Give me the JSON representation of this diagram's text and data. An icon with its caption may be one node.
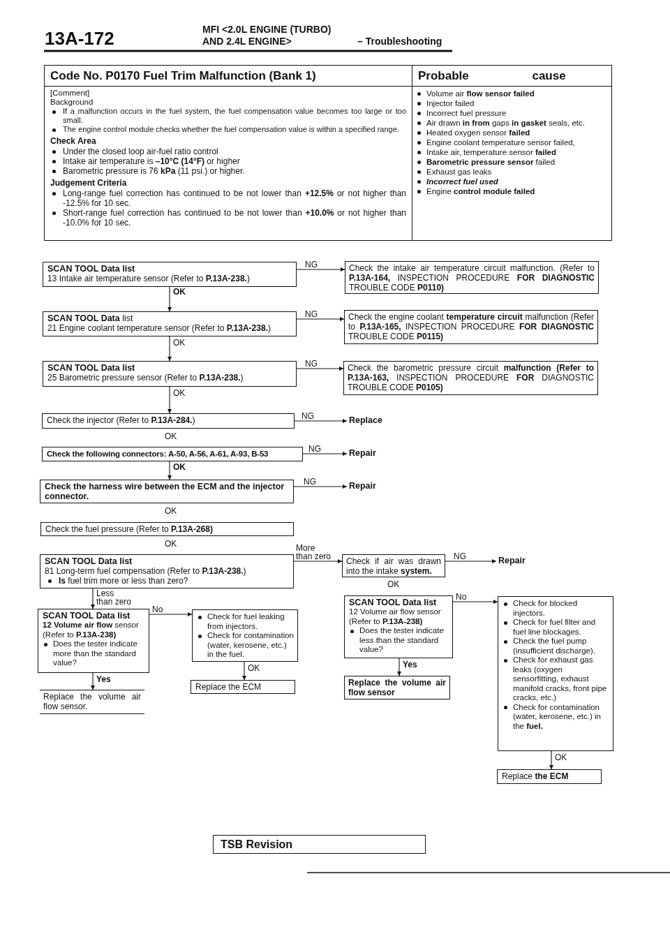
{
  "diagram": {
    "nodes": [
      {
        "text": [
          "Code No. P0170 Fuel Trim Malfunction (Bank 1)",
          "[Comment]",
          "Background",
          "If a malfunction occurs in the fuel system, the fuel compensation value becomes too large or too small.",
          "The engine control module checks whether the fuel compensation value is within a specified range.",
          "Check Area",
          "Under the closed loop air-fuel ratio control",
          "Intake air temperature is **–10°C (14°F)** or higher",
          "Barometric pressure is 76 **kPa** (11 psi.) or higher.",
          "Judgement Criteria",
          "Long-range fuel correction has continued to be not lower than **+12.5%** or not higher than -12.5% for 10 sec.",
          "Short-range fuel correction has continued to be not lower than **+10.0%** or not higher than -10.0% for 10 sec."
        ]
      },
      {
        "text": [
          "Probable cause",
          "Volume air **flow sensor failed**",
          "Injector failed",
          "Incorrect fuel pressure",
          "Air drawn **in from** gaps **in gasket** seals, etc.",
          "Heated oxygen sensor **failed**",
          "Engine coolant temperature sensor failed,",
          "Intake air, temperature sensor **failed**",
          "**Barometric pressure sensor** failed",
          "Exhaust gas leaks",
          "Incorrect fuel used",
          "Engine **control module failed**"
        ]
      },
      {
        "text": [
          "SCAN TOOL Data list",
          "13 Intake air temperature sensor (Refer to **P.13A-238.**)"
        ]
      },
      {
        "text": [
          "Check the intake air temperature circuit malfunction. (Refer to **P.13A-164,** INSPECTION PROCEDURE **FOR DIAGNOSTIC** TROUBLE CODE **P0110)**"
        ]
      },
      {
        "text": [
          "**SCAN TOOL Data** list",
          "21 Engine coolant temperature sensor (Refer to **P.13A-238.**)"
        ]
      },
      {
        "text": [
          "Check the engine coolant **temperature circuit** malfunction (Refer to **P.13A-165,** INSPECTION PROCEDURE **FOR DIAGNOSTIC** TROUBLE CODE **P0115)**"
        ]
      },
      {
        "text": [
          "SCAN TOOL Data list",
          "25 Barometric pressure sensor (Refer to **P.13A-238.**)"
        ]
      },
      {
        "text": [
          "Check the barometric pressure circuit **malfunction (Refer to P.13A-163,** INSPECTION PROCEDURE **FOR** DIAGNOSTIC TROUBLE CODE **P0105)**"
        ]
      },
      {
        "text": [
          "Check the injector (Refer to **P.13A-284.**)"
        ]
      },
      {
        "text": [
          "Replace"
        ]
      },
      {
        "text": [
          "Check the following connectors: A-50, A-56, A-61, A-93, B-53"
        ]
      },
      {
        "text": [
          "Repair"
        ]
      },
      {
        "text": [
          "Check the harness wire between the ECM and the injector connector."
        ]
      },
      {
        "text": [
          "Repair"
        ]
      },
      {
        "text": [
          "Check the fuel pressure (Refer to **P.13A-268)**"
        ]
      },
      {
        "text": [
          "SCAN TOOL Data list",
          "81 Long-term fuel compensation (Refer to **P.13A-238.**)",
          "**Is** fuel trim more or less than zero?"
        ]
      },
      {
        "text": [
          "Check if air was drawn into the intake **system.**"
        ]
      },
      {
        "text": [
          "Repair"
        ]
      },
      {
        "text": [
          "SCAN TOOL Data list",
          "**12 Volume air flow** sensor (Refer to **P.13A-238)**",
          "Does the tester indicate more than the standard value?"
        ]
      },
      {
        "text": [
          "Check for fuel leaking from injectors.",
          "Check for contamination (water, kerosene, etc.) in the fuel."
        ]
      },
      {
        "text": [
          "Replace the ECM"
        ]
      },
      {
        "text": [
          "Replace the volume air flow sensor."
        ]
      },
      {
        "text": [
          "SCAN TOOL Data list",
          "12 Volume air flow sensor (Refer to **P.13A-238)**",
          "Does the tester indicate less than the standard value?"
        ]
      },
      {
        "text": [
          "Replace the volume air flow sensor"
        ]
      },
      {
        "text": [
          "Check for blocked injectors.",
          "Check for fuel filter and fuel line blockages.",
          "Check the fuel pump (insufficient discharge).",
          "Check for exhaust gas leaks (oxygen sensorfitting, exhaust manifold cracks, front pipe cracks, etc.)",
          "Check for contamination (water, kerosene, etc.) in the **fuel.**"
        ]
      },
      {
        "text": [
          "Replace **the ECM**"
        ]
      },
      {
        "text": [
          "TSB Revision"
        ]
      }
    ],
    "edges": [
      {
        "from": 2,
        "to": 3,
        "arrow": "to",
        "label": "NG"
      },
      {
        "from": 2,
        "to": 4,
        "arrow": "to",
        "label": "OK"
      },
      {
        "from": 4,
        "to": 5,
        "arrow": "to",
        "label": "NG"
      },
      {
        "from": 4,
        "to": 6,
        "arrow": "to",
        "label": "OK"
      },
      {
        "from": 6,
        "to": 7,
        "arrow": "to",
        "label": "NG"
      },
      {
        "from": 6,
        "to": 8,
        "arrow": "to",
        "label": "OK"
      },
      {
        "from": 8,
        "to": 9,
        "arrow": "to",
        "label": "NG"
      },
      {
        "from": 10,
        "to": 11,
        "arrow": "to",
        "label": "NG"
      },
      {
        "from": 10,
        "to": 12,
        "arrow": "to",
        "label": "OK"
      },
      {
        "from": 12,
        "to": 13,
        "arrow": "to",
        "label": "NG"
      },
      {
        "from": 15,
        "to": 16,
        "arrow": "to",
        "label": "More than zero"
      },
      {
        "from": 16,
        "to": 17,
        "arrow": "to",
        "label": "NG"
      },
      {
        "from": 15,
        "to": 18,
        "arrow": "to",
        "label": "Less than zero"
      },
      {
        "from": 18,
        "to": 19,
        "arrow": "to",
        "label": "No"
      },
      {
        "from": 18,
        "to": 21,
        "arrow": "to",
        "label": "Yes"
      },
      {
        "from": 19,
        "to": 20,
        "arrow": "to",
        "label": "OK"
      },
      {
        "from": 22,
        "to": 24,
        "arrow": "to",
        "label": "No"
      },
      {
        "from": 22,
        "to": 23,
        "arrow": "to",
        "label": "Yes"
      },
      {
        "from": 24,
        "to": 25,
        "arrow": "to",
        "label": "OK"
      }
    ],
    "labels": [
      "13A-172",
      "MFI <2.0L ENGINE (TURBO) AND 2.4L ENGINE>",
      "– Troubleshooting",
      "OK",
      "OK",
      "OK",
      "OK"
    ]
  }
}
